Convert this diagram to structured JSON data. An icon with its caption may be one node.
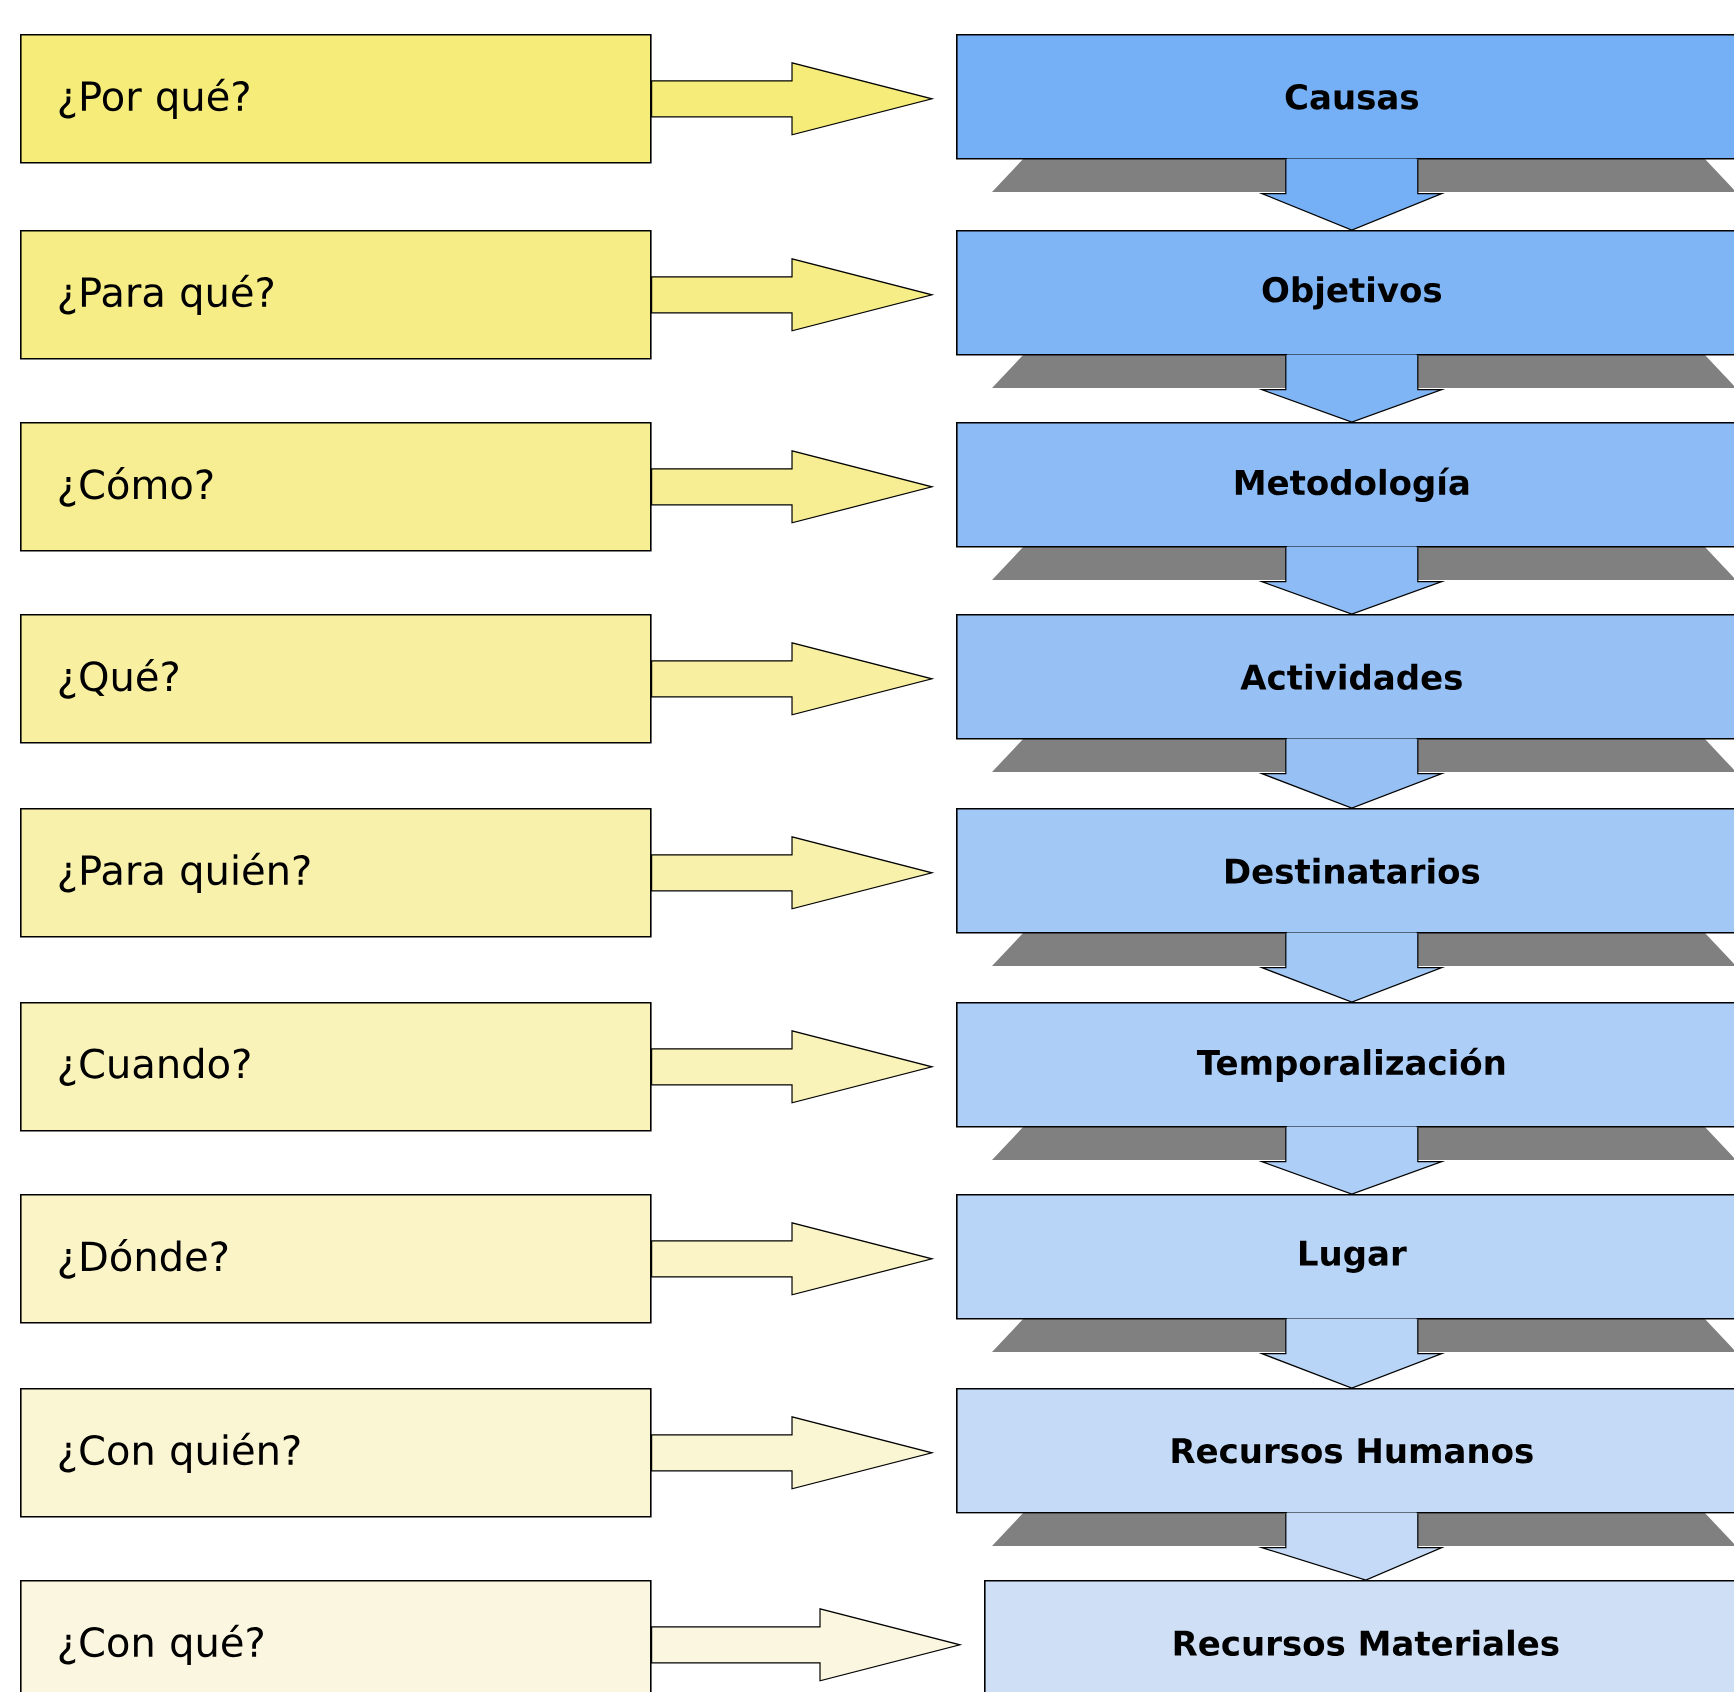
{
  "diagram": {
    "nodes": [
      {
        "text": [
          "¿Por qué?"
        ]
      },
      {
        "text": [
          "Causas"
        ]
      },
      {
        "text": [
          "¿Para qué?"
        ]
      },
      {
        "text": [
          "Objetivos"
        ]
      },
      {
        "text": [
          "¿Cómo?"
        ]
      },
      {
        "text": [
          "Metodología"
        ]
      },
      {
        "text": [
          "¿Qué?"
        ]
      },
      {
        "text": [
          "Actividades"
        ]
      },
      {
        "text": [
          "¿Para quién?"
        ]
      },
      {
        "text": [
          "Destinatarios"
        ]
      },
      {
        "text": [
          "¿Cuando?"
        ]
      },
      {
        "text": [
          "Temporalización"
        ]
      },
      {
        "text": [
          "¿Dónde?"
        ]
      },
      {
        "text": [
          "Lugar"
        ]
      },
      {
        "text": [
          "¿Con quién?"
        ]
      },
      {
        "text": [
          "Recursos Humanos"
        ]
      },
      {
        "text": [
          "¿Con qué?"
        ]
      },
      {
        "text": [
          "Recursos Materiales"
        ]
      }
    ],
    "edges": [
      {
        "from": 0,
        "to": 1,
        "arrow": "to"
      },
      {
        "from": 2,
        "to": 3,
        "arrow": "to"
      },
      {
        "from": 4,
        "to": 5,
        "arrow": "to"
      },
      {
        "from": 6,
        "to": 7,
        "arrow": "to"
      },
      {
        "from": 8,
        "to": 9,
        "arrow": "to"
      },
      {
        "from": 10,
        "to": 11,
        "arrow": "to"
      },
      {
        "from": 12,
        "to": 13,
        "arrow": "to"
      },
      {
        "from": 14,
        "to": 15,
        "arrow": "to"
      },
      {
        "from": 16,
        "to": 17,
        "arrow": "to"
      },
      {
        "from": 1,
        "to": 3,
        "arrow": "to"
      },
      {
        "from": 3,
        "to": 5,
        "arrow": "to"
      },
      {
        "from": 5,
        "to": 7,
        "arrow": "to"
      },
      {
        "from": 7,
        "to": 9,
        "arrow": "to"
      },
      {
        "from": 9,
        "to": 11,
        "arrow": "to"
      },
      {
        "from": 11,
        "to": 13,
        "arrow": "to"
      },
      {
        "from": 13,
        "to": 15,
        "arrow": "to"
      },
      {
        "from": 15,
        "to": 17,
        "arrow": "to"
      }
    ]
  }
}
